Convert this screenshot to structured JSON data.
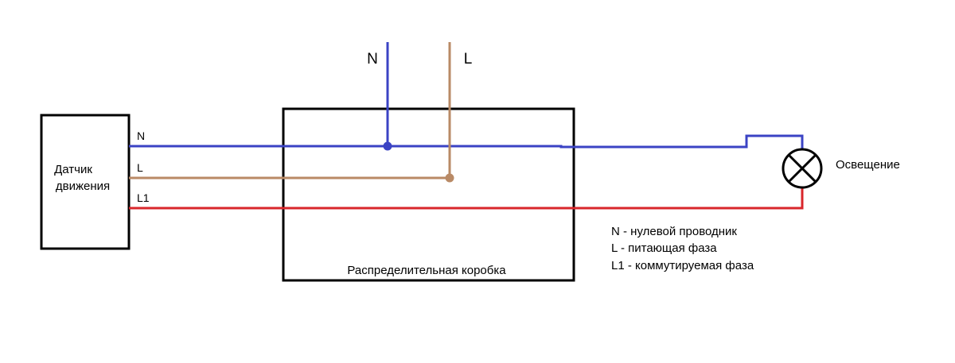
{
  "sensor": {
    "line1": "Датчик",
    "line2": "движения"
  },
  "terminals": {
    "n": "N",
    "l": "L",
    "l1": "L1"
  },
  "feed": {
    "n": "N",
    "l": "L"
  },
  "junction_box": {
    "label": "Распределительная коробка"
  },
  "lamp": {
    "label": "Освещение"
  },
  "legend": [
    "N - нулевой проводник",
    "L - питающая фаза",
    "L1 - коммутируемая фаза"
  ],
  "colors": {
    "neutral": "#3b43c4",
    "phase": "#b98a66",
    "switched": "#d9262b",
    "outline": "#000000"
  }
}
